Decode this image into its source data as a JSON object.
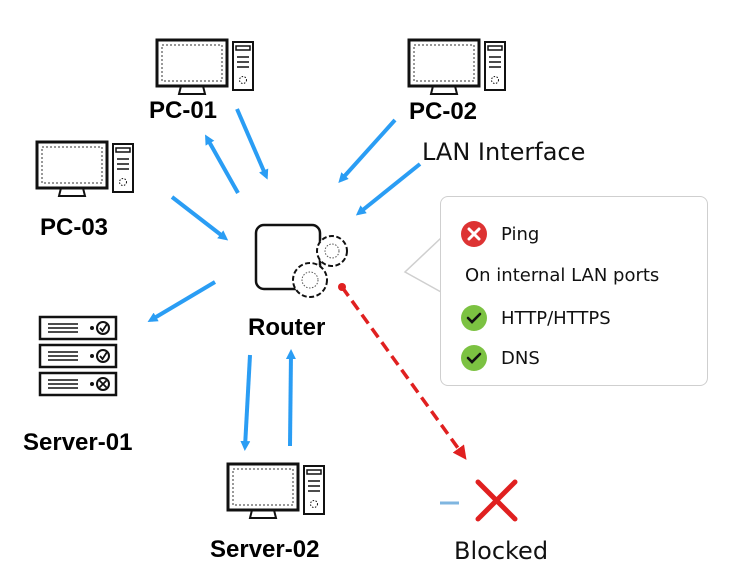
{
  "nodes": {
    "pc01": {
      "label": "PC-01"
    },
    "pc02": {
      "label": "PC-02"
    },
    "pc03": {
      "label": "PC-03"
    },
    "router": {
      "label": "Router"
    },
    "server01": {
      "label": "Server-01"
    },
    "server02": {
      "label": "Server-02"
    }
  },
  "lan_interface_label": "LAN Interface",
  "callout": {
    "rows": [
      {
        "status": "blocked",
        "icon": "x-circle-icon",
        "text": "Ping"
      },
      {
        "status": "note",
        "text": "On internal LAN ports"
      },
      {
        "status": "allowed",
        "icon": "check-circle-icon",
        "text": "HTTP/HTTPS"
      },
      {
        "status": "allowed",
        "icon": "check-circle-icon",
        "text": "DNS"
      }
    ]
  },
  "legend": {
    "blocked_label": "Blocked"
  },
  "colors": {
    "arrow": "#2a9df4",
    "blocked": "#e02020",
    "allowed": "#7cc242",
    "deny_icon": "#dd3333"
  }
}
